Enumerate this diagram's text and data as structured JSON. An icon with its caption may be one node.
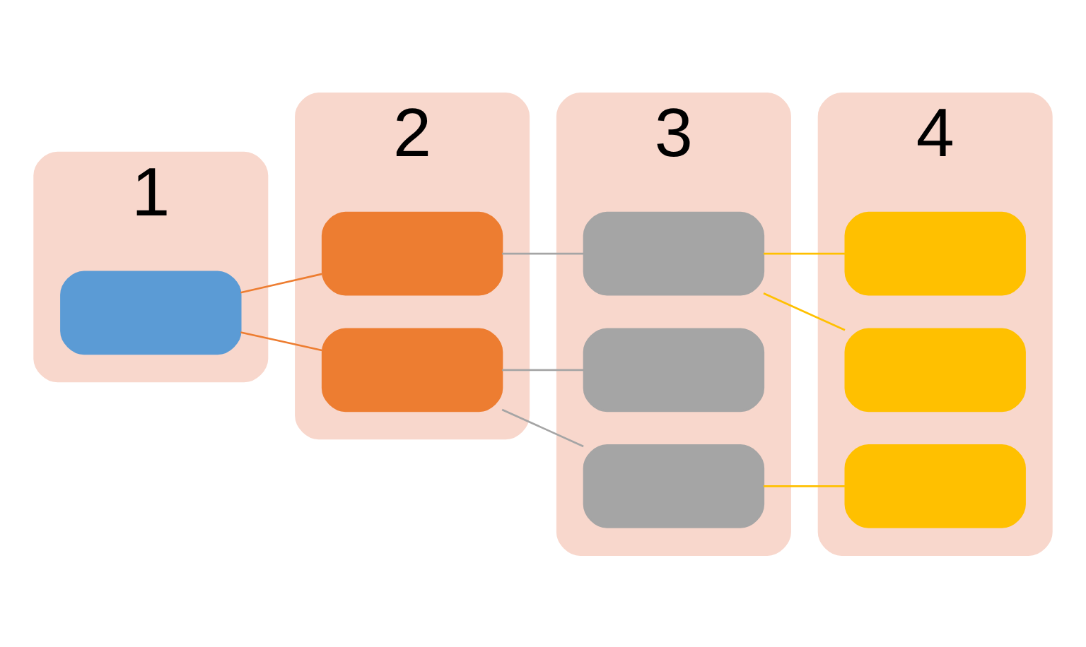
{
  "diagram": {
    "nodes": [
      {
        "text": [
          "1"
        ]
      },
      {
        "text": [
          "2"
        ]
      },
      {
        "text": [
          "3"
        ]
      },
      {
        "text": [
          "4"
        ]
      },
      {
        "text": [],
        "shape": "box",
        "in": 0
      },
      {
        "text": [],
        "shape": "box",
        "in": 1
      },
      {
        "text": [],
        "shape": "box",
        "in": 1
      },
      {
        "text": [],
        "shape": "box",
        "in": 2
      },
      {
        "text": [],
        "shape": "box",
        "in": 2
      },
      {
        "text": [],
        "shape": "box",
        "in": 2
      },
      {
        "text": [],
        "shape": "box",
        "in": 3
      },
      {
        "text": [],
        "shape": "box",
        "in": 3
      },
      {
        "text": [],
        "shape": "box",
        "in": 3
      }
    ],
    "edges": [
      {
        "from": 4,
        "to": 5,
        "arrow": "none",
        "color": "#ed7d31"
      },
      {
        "from": 4,
        "to": 6,
        "arrow": "none",
        "color": "#ed7d31"
      },
      {
        "from": 5,
        "to": 7,
        "arrow": "none",
        "color": "#a5a5a5"
      },
      {
        "from": 6,
        "to": 8,
        "arrow": "none",
        "color": "#a5a5a5"
      },
      {
        "from": 6,
        "to": 9,
        "arrow": "none",
        "color": "#a5a5a5"
      },
      {
        "from": 7,
        "to": 10,
        "arrow": "none",
        "color": "#ffc000"
      },
      {
        "from": 7,
        "to": 11,
        "arrow": "none",
        "color": "#ffc000"
      },
      {
        "from": 9,
        "to": 12,
        "arrow": "none",
        "color": "#ffc000"
      }
    ]
  }
}
